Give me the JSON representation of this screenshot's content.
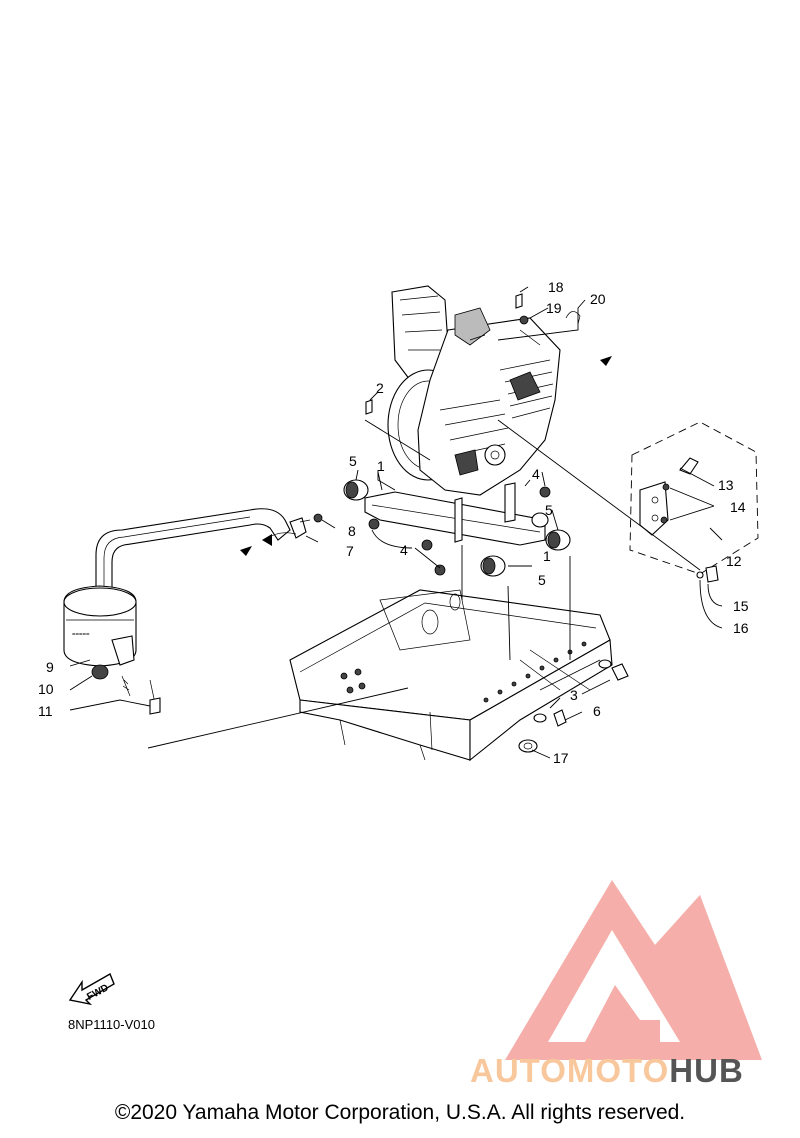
{
  "diagram": {
    "part_numbers": [
      "1",
      "1",
      "2",
      "3",
      "4",
      "4",
      "5",
      "5",
      "5",
      "6",
      "7",
      "8",
      "9",
      "10",
      "11",
      "12",
      "13",
      "14",
      "15",
      "16",
      "17",
      "18",
      "19",
      "20"
    ],
    "code": "8NP1110-V010",
    "fwd_label": "FWD"
  },
  "footer": {
    "copyright": "©2020 Yamaha Motor Corporation, U.S.A. All rights reserved."
  },
  "watermark": {
    "part_a": "AUTOMOTO",
    "part_b": "HUB",
    "color_a": "#f8c79c",
    "color_b": "#555555",
    "logo_color": "#f4a6a0"
  }
}
